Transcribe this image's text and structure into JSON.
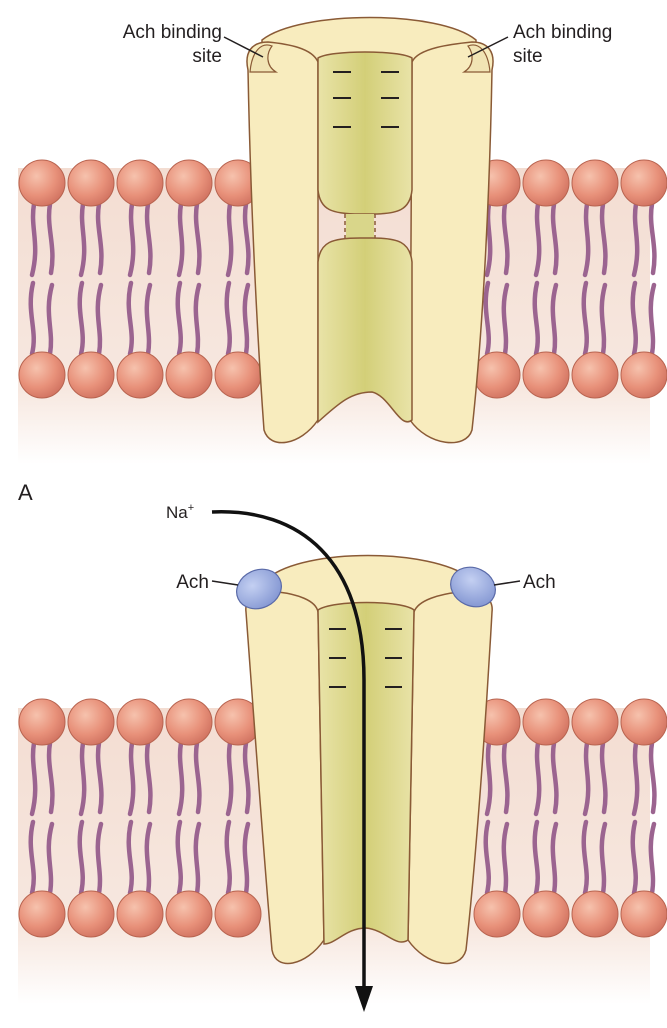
{
  "panel_a": {
    "letter": "A",
    "left_label_line1": "Ach binding",
    "left_label_line2": "site",
    "right_label_line1": "Ach binding",
    "right_label_line2": "site"
  },
  "panel_b": {
    "ion_label": "Na",
    "ion_charge": "+",
    "left_ach_label": "Ach",
    "right_ach_label": "Ach"
  },
  "colors": {
    "protein_fill": "#f8ecbe",
    "protein_stroke": "#8a5a36",
    "channel_fill": "#d9d68a",
    "lipid_head": "#e6957e",
    "lipid_tail": "#9b6490",
    "membrane_bg": "#f7e7df",
    "ach_molecule": "#9fb0e0",
    "ion_path": "#111111"
  },
  "icons": [
    "lipid-bilayer-icon",
    "ach-receptor-channel-icon",
    "acetylcholine-molecule-icon",
    "sodium-ion-path-arrow-icon"
  ]
}
